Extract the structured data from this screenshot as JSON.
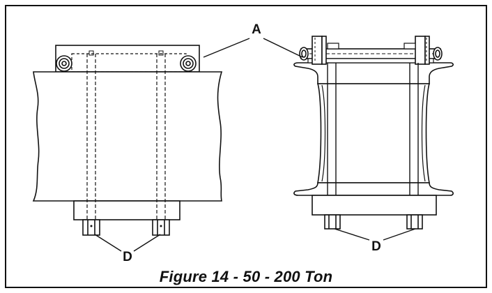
{
  "figure": {
    "caption": "Figure 14 - 50 - 200 Ton",
    "callouts": {
      "top": "A",
      "bottom_left": "D",
      "bottom_right": "D"
    }
  },
  "colors": {
    "line": "#111111",
    "background": "#ffffff"
  }
}
